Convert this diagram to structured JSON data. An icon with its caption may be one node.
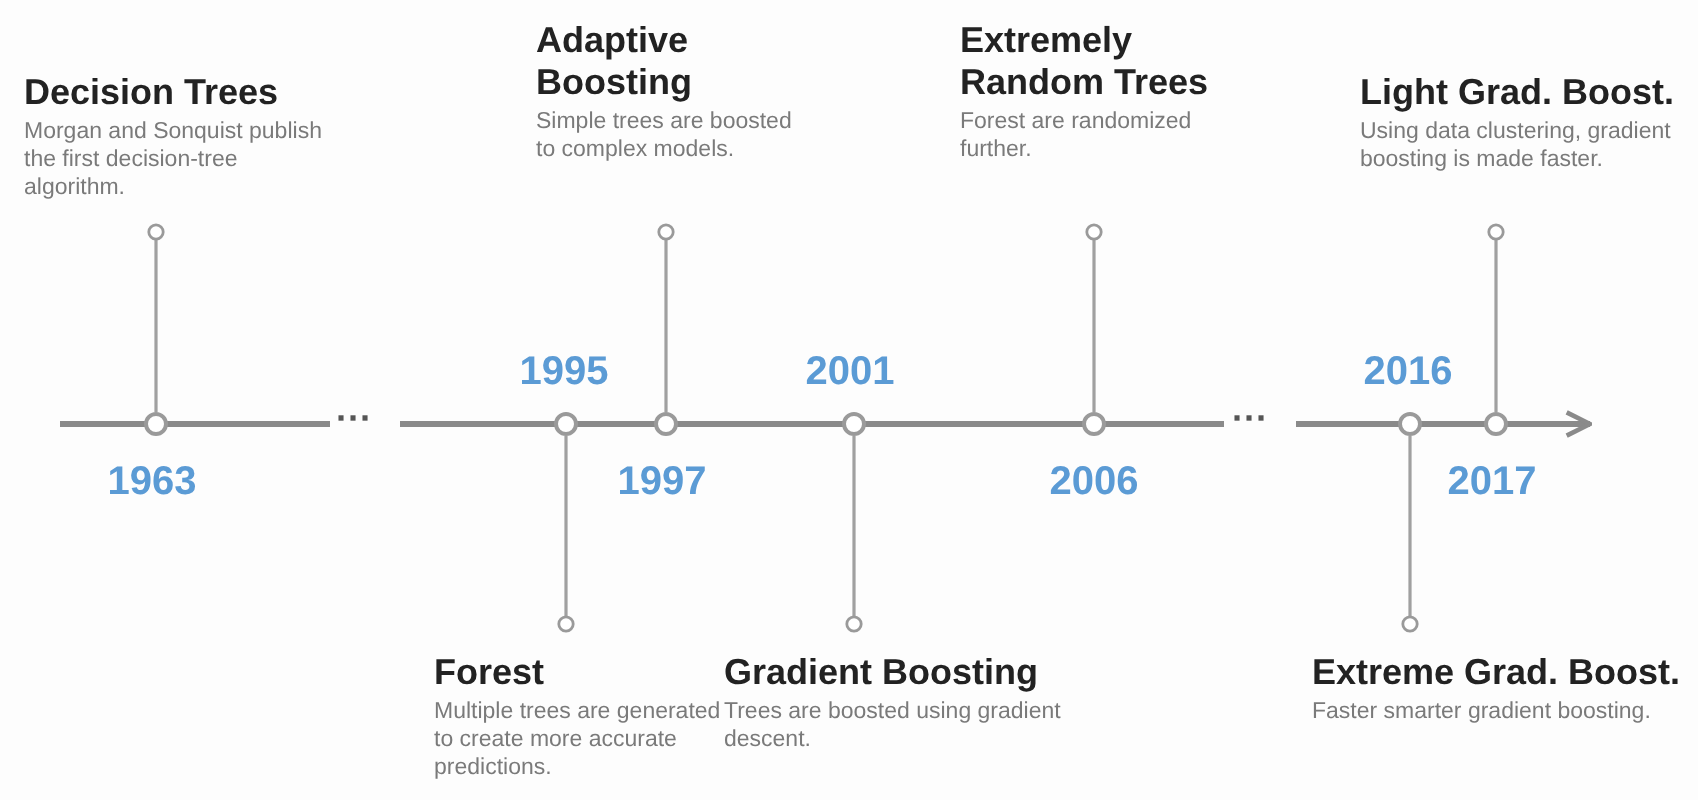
{
  "diagram": {
    "nodes": [
      {
        "text": [
          "Decision Trees",
          "Morgan and Sonquist publish the first decision-tree algorithm."
        ]
      },
      {
        "text": [
          "Forest",
          "Multiple trees are generated to create more accurate predictions."
        ]
      },
      {
        "text": [
          "Adaptive Boosting",
          "Simple trees are boosted to complex models."
        ]
      },
      {
        "text": [
          "Gradient Boosting",
          "Trees are boosted using gradient descent."
        ]
      },
      {
        "text": [
          "Extremely Random Trees",
          "Forest are randomized further."
        ]
      },
      {
        "text": [
          "Extreme Grad. Boost.",
          "Faster smarter gradient boosting."
        ]
      },
      {
        "text": [
          "Light Grad. Boost.",
          "Using data clustering, gradient boosting is made faster."
        ]
      },
      {
        "text": [],
        "shape": "circle",
        "beside": [
          "1963"
        ]
      },
      {
        "text": [],
        "shape": "circle",
        "beside": [
          "1995"
        ]
      },
      {
        "text": [],
        "shape": "circle",
        "beside": [
          "1997"
        ]
      },
      {
        "text": [],
        "shape": "circle",
        "beside": [
          "2001"
        ]
      },
      {
        "text": [],
        "shape": "circle",
        "beside": [
          "2006"
        ]
      },
      {
        "text": [],
        "shape": "circle",
        "beside": [
          "2016"
        ]
      },
      {
        "text": [],
        "shape": "circle",
        "beside": [
          "2017"
        ]
      }
    ],
    "edges": [
      {
        "from": 7,
        "to": 0,
        "arrow": "other"
      },
      {
        "from": 8,
        "to": 1,
        "arrow": "other"
      },
      {
        "from": 9,
        "to": 2,
        "arrow": "other"
      },
      {
        "from": 10,
        "to": 3,
        "arrow": "other"
      },
      {
        "from": 11,
        "to": 4,
        "arrow": "other"
      },
      {
        "from": 12,
        "to": 5,
        "arrow": "other"
      },
      {
        "from": 13,
        "to": 6,
        "arrow": "other"
      }
    ],
    "labels": [
      "···",
      "···"
    ]
  }
}
